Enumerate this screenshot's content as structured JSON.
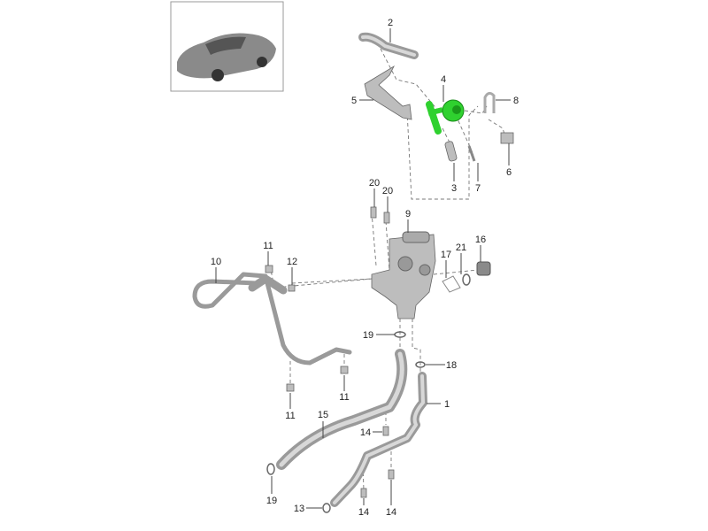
{
  "diagram": {
    "thumbnail": "vehicle-overview",
    "highlight_color": "#2fd12f",
    "callouts": [
      "2",
      "4",
      "8",
      "5",
      "3",
      "7",
      "6",
      "20",
      "20",
      "9",
      "11",
      "12",
      "10",
      "17",
      "21",
      "16",
      "19",
      "18",
      "1",
      "11",
      "11",
      "15",
      "14",
      "19",
      "13",
      "14",
      "14"
    ]
  }
}
